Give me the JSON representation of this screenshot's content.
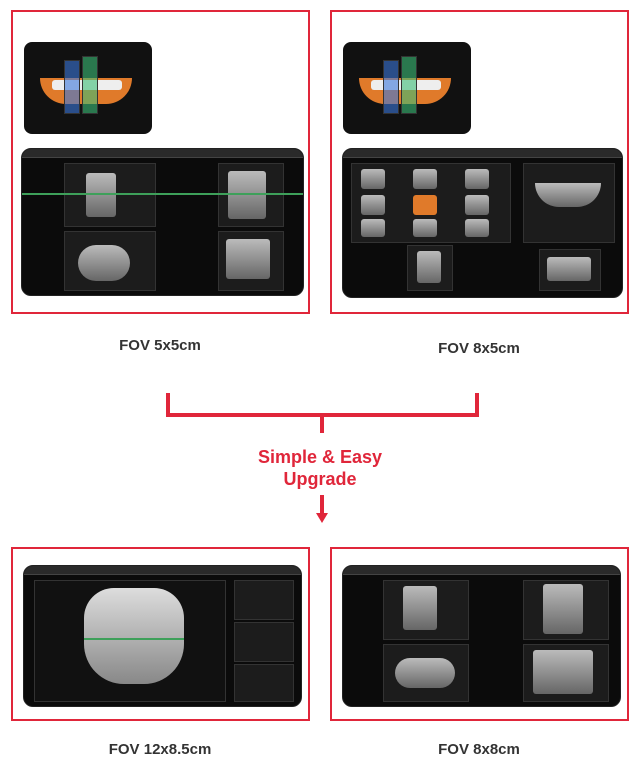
{
  "panels": [
    {
      "caption": "FOV 5x5cm"
    },
    {
      "caption": "FOV 8x5cm"
    },
    {
      "caption": "FOV 12x8.5cm"
    },
    {
      "caption": "FOV 8x8cm"
    }
  ],
  "upgrade": {
    "line1": "Simple & Easy",
    "line2": "Upgrade"
  },
  "colors": {
    "accent": "#e0263a"
  }
}
